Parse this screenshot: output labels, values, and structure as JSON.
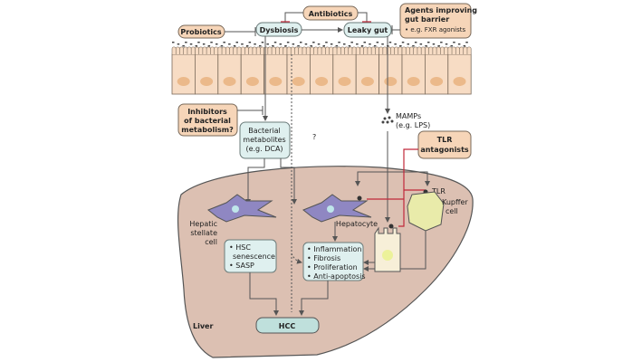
{
  "labels": {
    "antibiotics": "Antibiotics",
    "probiotics": "Probiotics",
    "dysbiosis": "Dysbiosis",
    "leaky_gut": "Leaky gut",
    "agents_line1": "Agents improving",
    "agents_line2": "gut barrier",
    "agents_line3": "• e.g. FXR agonists",
    "inhibitors_line1": "Inhibitors",
    "inhibitors_line2": "of bacterial",
    "inhibitors_line3": "metabolism?",
    "metabolites_line1": "Bacterial",
    "metabolites_line2": "metabolites",
    "metabolites_line3": "(e.g. DCA)",
    "question": "?",
    "mamps_line1": "MAMPs",
    "mamps_line2": "(e.g. LPS)",
    "tlr_antag_line1": "TLR",
    "tlr_antag_line2": "antagonists",
    "tlr": "TLR",
    "kupffer_line1": "Kupffer",
    "kupffer_line2": "cell",
    "hepatocyte": "Hepatocyte",
    "hsc_label_line1": "Hepatic",
    "hsc_label_line2": "stellate",
    "hsc_label_line3": "cell",
    "hsc_box_line1": "• HSC",
    "hsc_box_line2": "senescence",
    "hsc_box_line3": "• SASP",
    "effects": [
      "• Inflammation",
      "• Fibrosis",
      "• Proliferation",
      "• Anti-apoptosis"
    ],
    "hcc": "HCC",
    "liver": "Liver"
  },
  "colors": {
    "intervention_box": "#f6d5b8",
    "process_box": "#dff0ef",
    "liver": "#dcc0b2",
    "inhibition": "#c0283a"
  }
}
